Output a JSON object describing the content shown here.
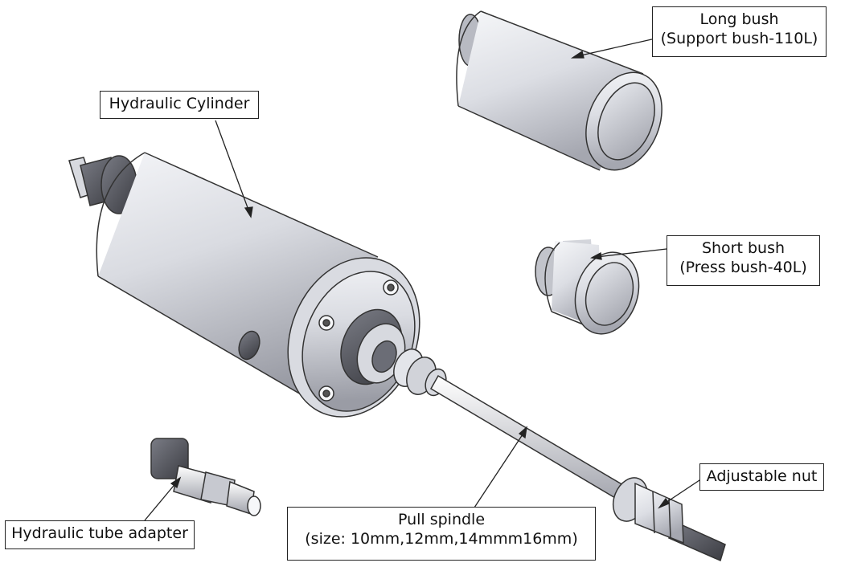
{
  "labels": {
    "long_bush": {
      "line1": "Long bush",
      "line2": "(Support bush-110L)"
    },
    "hydraulic_cylinder": {
      "line1": "Hydraulic Cylinder"
    },
    "short_bush": {
      "line1": "Short bush",
      "line2": "(Press bush-40L)"
    },
    "adjustable_nut": {
      "line1": "Adjustable nut"
    },
    "pull_spindle": {
      "line1": "Pull spindle",
      "line2": "(size: 10mm,12mm,14mmm16mm)"
    },
    "hydraulic_tube_adapter": {
      "line1": "Hydraulic tube adapter"
    }
  },
  "colors": {
    "metal_light": "#f2f3f6",
    "metal_mid": "#c9cbd2",
    "metal_dark": "#8a8c95",
    "outline": "#333333",
    "leader": "#222222"
  }
}
